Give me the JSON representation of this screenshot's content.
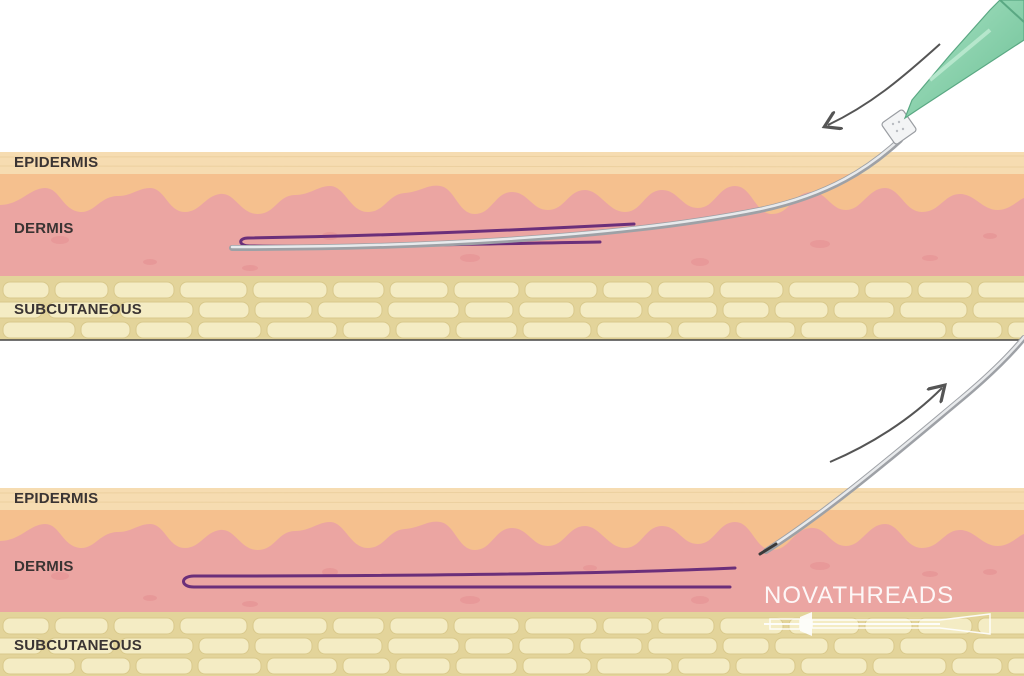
{
  "diagram": {
    "panels": [
      {
        "id": "top",
        "layers": {
          "epidermis": "EPIDERMIS",
          "dermis": "DERMIS",
          "subcutaneous": "SUBCUTANEOUS"
        }
      },
      {
        "id": "bottom",
        "layers": {
          "epidermis": "EPIDERMIS",
          "dermis": "DERMIS",
          "subcutaneous": "SUBCUTANEOUS"
        }
      }
    ],
    "brand": "NOVATHREADS"
  },
  "colors": {
    "epidermis": "#f6dcb1",
    "epidermis_line": "#e8c99a",
    "dermis_upper": "#f5c08e",
    "dermis": "#eba5a2",
    "dermis_spot": "#e58f91",
    "subcutaneous_bg": "#e3d49a",
    "fat_cell": "#f4ecc4",
    "thread": "#6b2f7a",
    "needle": "#c9cbcf",
    "hub": "#8fd3b0",
    "arrow": "#555555",
    "label": "#3a3433"
  },
  "icons": [
    "arrow-insert-icon",
    "arrow-withdraw-icon",
    "needle-icon",
    "syringe-hub-icon",
    "cannula-logo-icon"
  ]
}
